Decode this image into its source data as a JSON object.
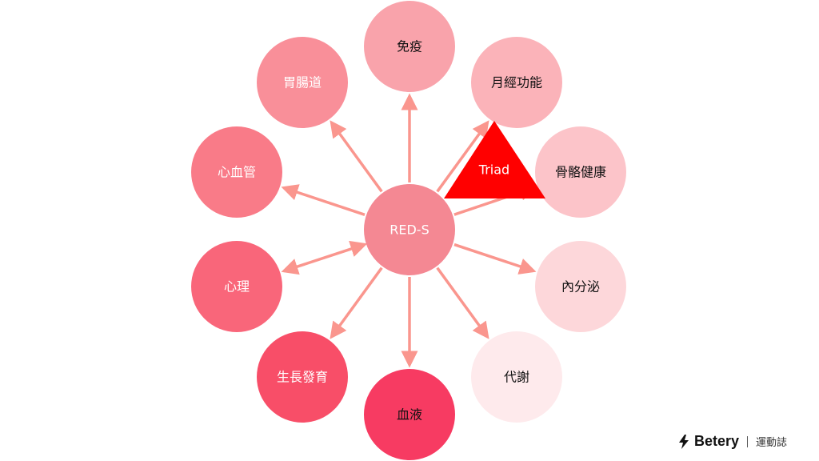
{
  "center": {
    "label": "RED-S",
    "color": "#f48893",
    "text_color": "#ffffff"
  },
  "nodes": [
    {
      "label": "免疫",
      "color": "#f9a3ab",
      "text_color": "#111111"
    },
    {
      "label": "月經功能",
      "color": "#fbb3b9",
      "text_color": "#111111"
    },
    {
      "label": "骨骼健康",
      "color": "#fcc4c9",
      "text_color": "#111111"
    },
    {
      "label": "內分泌",
      "color": "#fdd7da",
      "text_color": "#111111"
    },
    {
      "label": "代謝",
      "color": "#feeaec",
      "text_color": "#111111"
    },
    {
      "label": "血液",
      "color": "#f73b62",
      "text_color": "#111111"
    },
    {
      "label": "生長發育",
      "color": "#f84e68",
      "text_color": "#ffffff"
    },
    {
      "label": "心理",
      "color": "#f9667a",
      "text_color": "#ffffff"
    },
    {
      "label": "心血管",
      "color": "#f97b88",
      "text_color": "#ffffff"
    },
    {
      "label": "胃腸道",
      "color": "#f98f99",
      "text_color": "#ffffff"
    }
  ],
  "triad": {
    "label": "Triad",
    "color": "#ff0000"
  },
  "arrow_color": "#fa968e",
  "logo": {
    "brand": "Betery",
    "sub": "運動誌"
  }
}
